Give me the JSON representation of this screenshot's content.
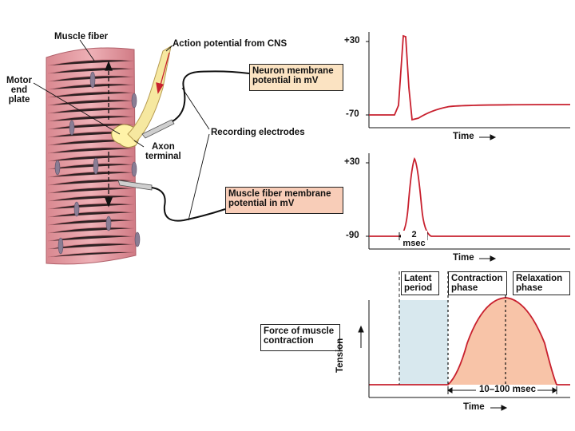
{
  "labels": {
    "muscle_fiber": "Muscle fiber",
    "motor_end_plate": [
      "Motor",
      "end",
      "plate"
    ],
    "action_potential": "Action potential from CNS",
    "recording_electrodes": "Recording electrodes",
    "axon_terminal": [
      "Axon",
      "terminal"
    ]
  },
  "boxes": {
    "neuron": [
      "Neuron membrane",
      "potential in mV"
    ],
    "muscle": [
      "Muscle fiber membrane",
      "potential in mV"
    ],
    "latent": [
      "Latent",
      "period"
    ],
    "contraction": [
      "Contraction",
      "phase"
    ],
    "relaxation": [
      "Relaxation",
      "phase"
    ],
    "force": [
      "Force of muscle",
      "contraction"
    ]
  },
  "graph1": {
    "ytick_top": "+30",
    "ytick_bottom": "-70",
    "xlabel": "Time"
  },
  "graph2": {
    "ytick_top": "+30",
    "ytick_bottom": "-90",
    "xlabel": "Time",
    "duration": [
      "2",
      "msec"
    ]
  },
  "graph3": {
    "ylabel": "Tension",
    "duration": "10–100 msec",
    "xlabel": "Time"
  },
  "colors": {
    "trace": "#c8202e",
    "latent_fill": "#d8e8ee",
    "contraction_fill": "#f8c4a8",
    "neuron_box": "#fbe3c2",
    "muscle_box": "#f8cdb8",
    "fiber": "#e8a0a8"
  }
}
